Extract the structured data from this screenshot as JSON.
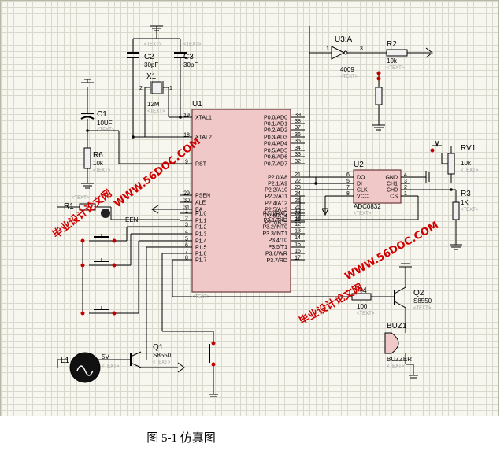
{
  "caption": "图 5-1   仿真图",
  "components": {
    "u1": {
      "ref": "U1",
      "text": "<TEXT>"
    },
    "u2": {
      "ref": "U2",
      "part": "ADC0832",
      "text": "<TEXT>"
    },
    "u3": {
      "ref": "U3:A",
      "part": "4009",
      "text": "<TEXT>",
      "pin_in": "1",
      "pin_out": "3"
    },
    "x1": {
      "ref": "X1",
      "value": "12M",
      "text": "<TEXT>"
    },
    "c1": {
      "ref": "C1",
      "value": "10UF",
      "text": "<TEXT>"
    },
    "c2": {
      "ref": "C2",
      "value": "30pF",
      "text": "<TEXT>"
    },
    "c3": {
      "ref": "C3",
      "value": "30pF",
      "text": "<TEXT>"
    },
    "r1": {
      "ref": "R1",
      "text": "<TEXT>"
    },
    "r2": {
      "ref": "R2",
      "value": "10k",
      "text": "<TEXT>"
    },
    "r3": {
      "ref": "R3",
      "value": "1K",
      "text": "<TEXT>"
    },
    "r4": {
      "ref": "R4",
      "value": "100",
      "text": "<TEXT>"
    },
    "r6": {
      "ref": "R6",
      "value": "10k",
      "text": "<TEXT>"
    },
    "rv1": {
      "ref": "RV1",
      "value": "10k",
      "text": "<TEXT>"
    },
    "q1": {
      "ref": "Q1",
      "part": "S8550",
      "text": "<TEXT>"
    },
    "q2": {
      "ref": "Q2",
      "part": "S8550",
      "text": "<TEXT>"
    },
    "l1": {
      "ref": "L1",
      "value": "5V",
      "text": "<TEXT>"
    },
    "buz1": {
      "ref": "BUZ1",
      "part": "BUZZER",
      "text": "<TEXT>"
    }
  },
  "u1_left_pins": [
    {
      "num": "19",
      "name": "XTAL1"
    },
    {
      "num": "18",
      "name": "XTAL2"
    },
    {
      "num": "9",
      "name": "RST"
    },
    {
      "num": "29",
      "name": "PSEN"
    },
    {
      "num": "30",
      "name": "ALE"
    },
    {
      "num": "31",
      "name": "EA"
    },
    {
      "num": "1",
      "name": "P1.0"
    },
    {
      "num": "2",
      "name": "P1.1"
    },
    {
      "num": "3",
      "name": "P1.2"
    },
    {
      "num": "4",
      "name": "P1.3"
    },
    {
      "num": "5",
      "name": "P1.4"
    },
    {
      "num": "6",
      "name": "P1.5"
    },
    {
      "num": "7",
      "name": "P1.6"
    },
    {
      "num": "8",
      "name": "P1.7"
    }
  ],
  "u1_right_pins": [
    {
      "num": "39",
      "name": "P0.0/AD0"
    },
    {
      "num": "38",
      "name": "P0.1/AD1"
    },
    {
      "num": "37",
      "name": "P0.2/AD2"
    },
    {
      "num": "36",
      "name": "P0.3/AD3"
    },
    {
      "num": "35",
      "name": "P0.4/AD4"
    },
    {
      "num": "34",
      "name": "P0.5/AD5"
    },
    {
      "num": "33",
      "name": "P0.6/AD6"
    },
    {
      "num": "32",
      "name": "P0.7/AD7"
    },
    {
      "num": "21",
      "name": "P2.0/A8"
    },
    {
      "num": "22",
      "name": "P2.1/A9"
    },
    {
      "num": "23",
      "name": "P2.2/A10"
    },
    {
      "num": "24",
      "name": "P2.3/A11"
    },
    {
      "num": "25",
      "name": "P2.4/A12"
    },
    {
      "num": "26",
      "name": "P2.5/A13"
    },
    {
      "num": "27",
      "name": "P2.6/A14"
    },
    {
      "num": "28",
      "name": "P2.7/A15"
    },
    {
      "num": "10",
      "name": "P3.0/RXD"
    },
    {
      "num": "11",
      "name": "P3.1/TXD"
    },
    {
      "num": "12",
      "name": "P3.2/INT0"
    },
    {
      "num": "13",
      "name": "P3.3/INT1"
    },
    {
      "num": "14",
      "name": "P3.4/T0"
    },
    {
      "num": "15",
      "name": "P3.5/T1"
    },
    {
      "num": "16",
      "name": "P3.6/WR"
    },
    {
      "num": "17",
      "name": "P3.7/RD"
    }
  ],
  "u2_pins": [
    {
      "num": "1",
      "name": "CS",
      "side": "right"
    },
    {
      "num": "2",
      "name": "CH0",
      "side": "right"
    },
    {
      "num": "3",
      "name": "CH1",
      "side": "right"
    },
    {
      "num": "4",
      "name": "GND",
      "side": "right"
    },
    {
      "num": "5",
      "name": "DI",
      "side": "left"
    },
    {
      "num": "6",
      "name": "DO",
      "side": "left"
    },
    {
      "num": "7",
      "name": "CLK",
      "side": "left"
    },
    {
      "num": "8",
      "name": "VCC",
      "side": "left"
    }
  ],
  "partial_label": "EEN",
  "watermarks": [
    {
      "text": "毕业设计论文网"
    },
    {
      "text": "WWW.56DOC.COM"
    },
    {
      "text": "毕业设计论文网"
    },
    {
      "text": "WWW.56DOC.COM"
    }
  ]
}
